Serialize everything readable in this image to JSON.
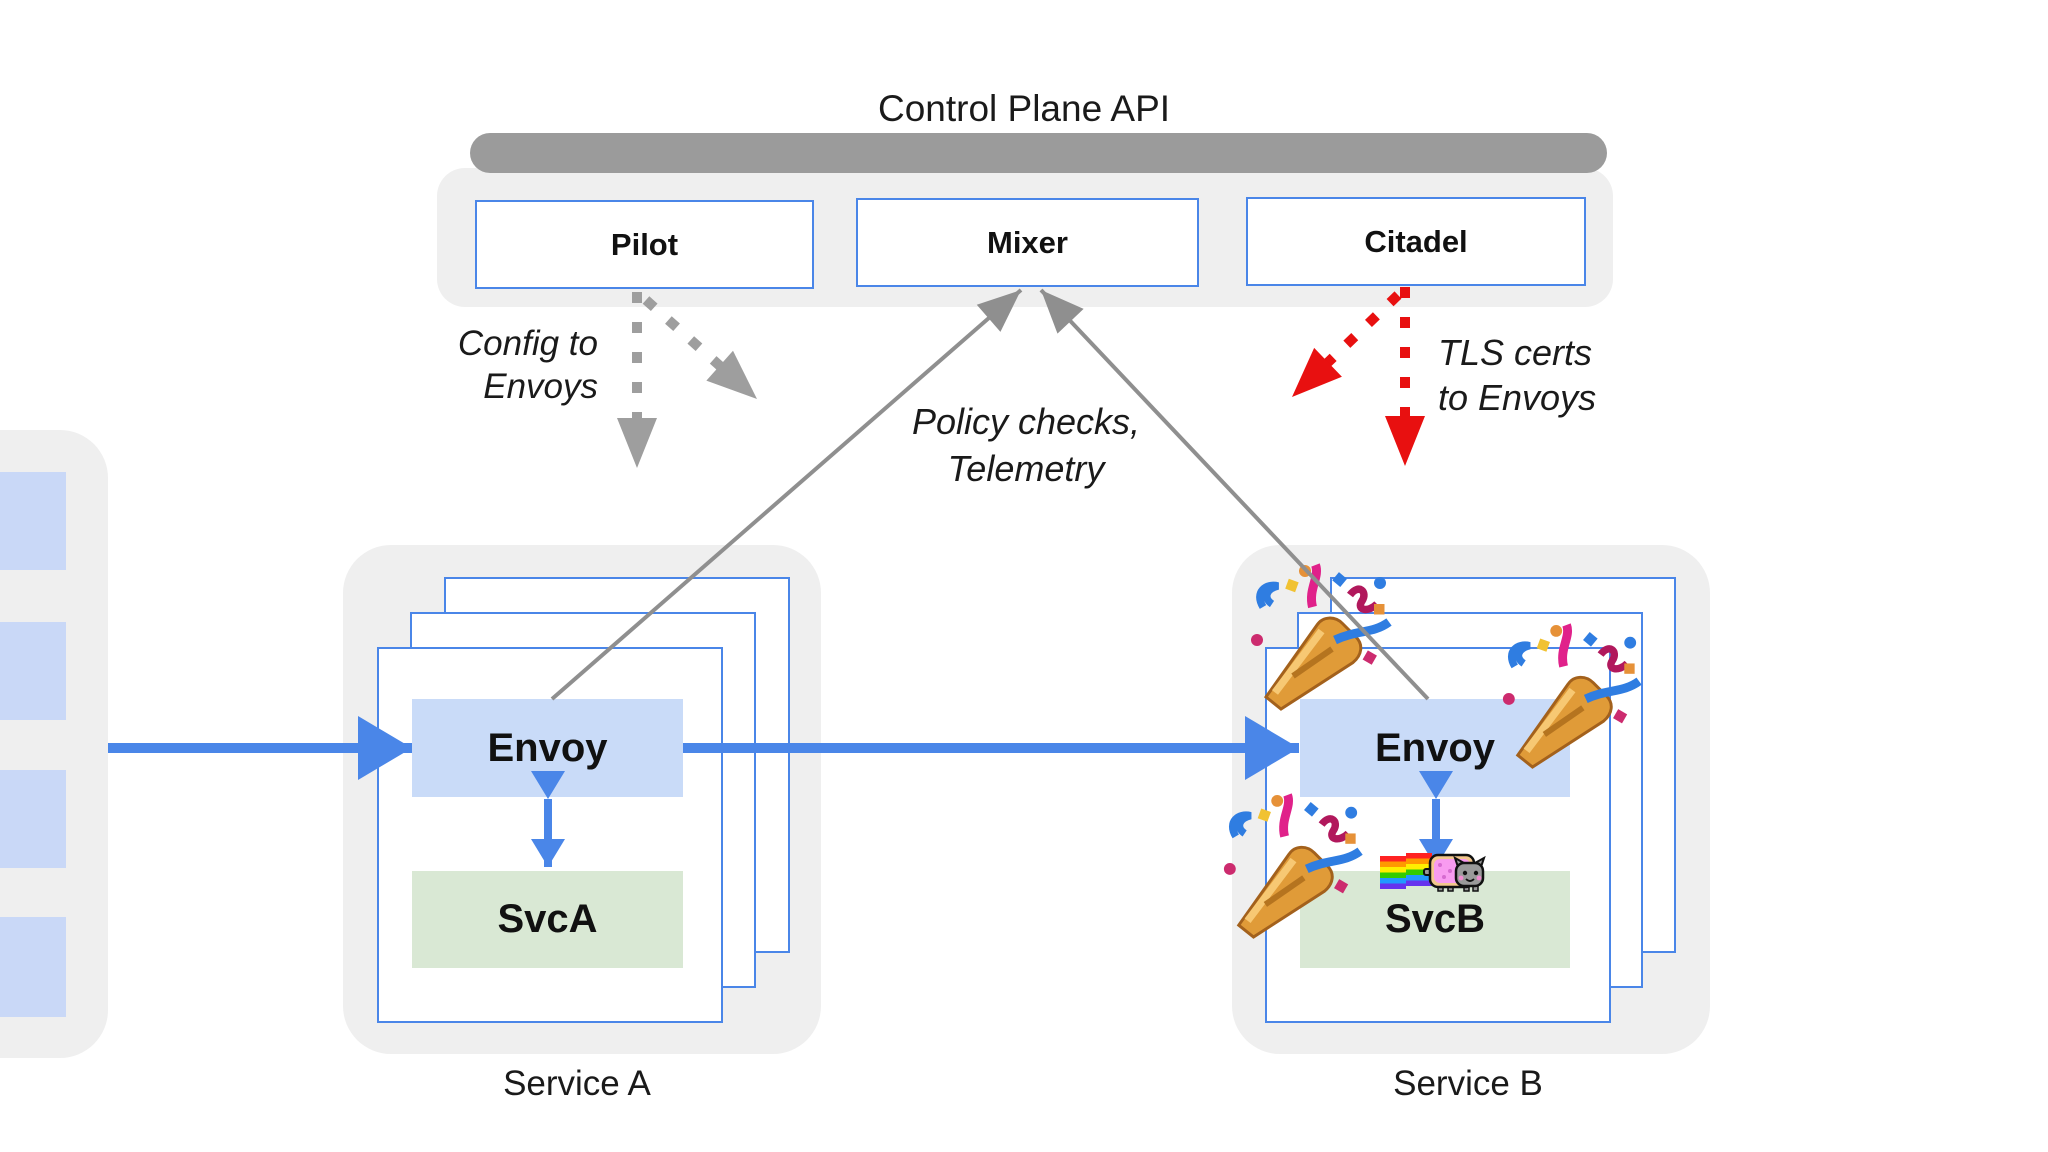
{
  "title": "Control Plane API",
  "control_plane": {
    "components": [
      {
        "label": "Pilot"
      },
      {
        "label": "Mixer"
      },
      {
        "label": "Citadel"
      }
    ]
  },
  "annotations": {
    "config": {
      "line1": "Config to",
      "line2": "Envoys"
    },
    "policy": {
      "line1": "Policy checks,",
      "line2": "Telemetry"
    },
    "tls": {
      "line1": "TLS certs",
      "line2": "to Envoys"
    }
  },
  "services": {
    "a": {
      "proxy": "Envoy",
      "workload": "SvcA",
      "caption": "Service A"
    },
    "b": {
      "proxy": "Envoy",
      "workload": "SvcB",
      "caption": "Service B"
    }
  },
  "icons": {
    "party_popper": "party-popper-emoji",
    "nyan_cat": "nyan-cat-emoji"
  },
  "colors": {
    "accent_blue": "#4a86e8",
    "envoy_fill": "#c9dbf8",
    "service_fill": "#d9e8d4",
    "stack_fill": "#c9d8f7",
    "container_gray": "#efefef",
    "bar_gray": "#9b9b9b",
    "solid_gray_arrow": "#8f8f8f",
    "dotted_gray_arrow": "#9e9e9e",
    "red_arrow": "#e81010",
    "text": "#111111"
  }
}
